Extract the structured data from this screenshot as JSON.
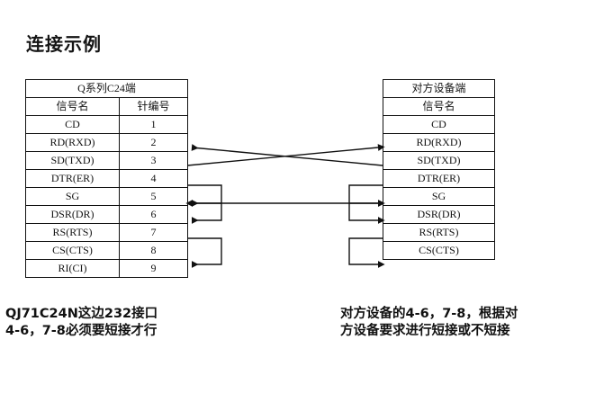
{
  "page": {
    "title": "连接示例"
  },
  "left_table": {
    "name": "Q系列C24端",
    "title": "Q系列C24端",
    "columns": [
      "信号名",
      "针编号"
    ],
    "rows": [
      {
        "signal": "CD",
        "pin": "1"
      },
      {
        "signal": "RD(RXD)",
        "pin": "2"
      },
      {
        "signal": "SD(TXD)",
        "pin": "3"
      },
      {
        "signal": "DTR(ER)",
        "pin": "4"
      },
      {
        "signal": "SG",
        "pin": "5"
      },
      {
        "signal": "DSR(DR)",
        "pin": "6"
      },
      {
        "signal": "RS(RTS)",
        "pin": "7"
      },
      {
        "signal": "CS(CTS)",
        "pin": "8"
      },
      {
        "signal": "RI(CI)",
        "pin": "9"
      }
    ]
  },
  "right_table": {
    "name": "对方设备端",
    "title": "对方设备端",
    "columns": [
      "信号名"
    ],
    "rows": [
      {
        "signal": "CD"
      },
      {
        "signal": "RD(RXD)"
      },
      {
        "signal": "SD(TXD)"
      },
      {
        "signal": "DTR(ER)"
      },
      {
        "signal": "SG"
      },
      {
        "signal": "DSR(DR)"
      },
      {
        "signal": "RS(RTS)"
      },
      {
        "signal": "CS(CTS)"
      }
    ]
  },
  "notes": {
    "left": "QJ71C24N这边232接口\n4-6，7-8必须要短接才行",
    "right": "对方设备的4-6，7-8，根据对\n方设备要求进行短接或不短接"
  },
  "wiring": {
    "line_color": "#111111",
    "connections": [
      {
        "id": "sd-to-rd",
        "from": "left.SD(TXD)",
        "to": "right.RD(RXD)",
        "style": "cross",
        "arrow": "to"
      },
      {
        "id": "rd-from-sd",
        "from": "right.SD(TXD)",
        "to": "left.RD(RXD)",
        "style": "cross",
        "arrow": "to"
      },
      {
        "id": "left-jumper-4-5-6",
        "pins": "4-5-6",
        "style": "bracket",
        "side": "left"
      },
      {
        "id": "left-jumper-7-8",
        "pins": "7-8",
        "style": "bracket",
        "side": "left"
      },
      {
        "id": "right-jumper-4-5-6",
        "pins": "DTR-SG-DSR",
        "style": "bracket",
        "side": "right"
      },
      {
        "id": "right-jumper-7-8",
        "pins": "RS-CS",
        "style": "bracket",
        "side": "right"
      },
      {
        "id": "sg-to-sg",
        "from": "left.SG",
        "to": "right.SG",
        "style": "straight",
        "arrow": "both"
      }
    ]
  }
}
